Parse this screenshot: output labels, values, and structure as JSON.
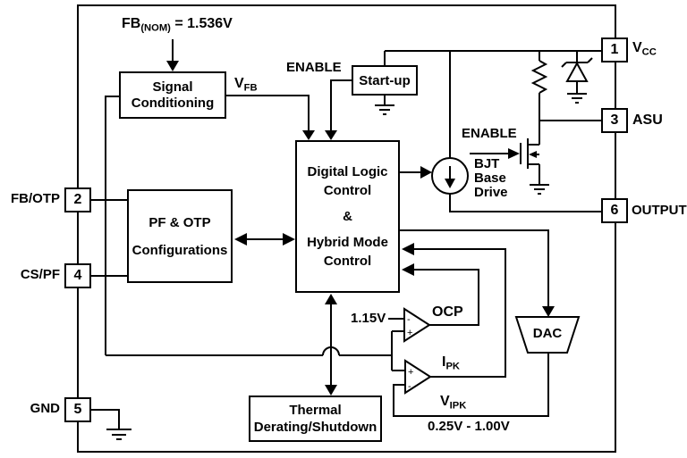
{
  "labels": {
    "fb_nom": {
      "main": "FB",
      "sub": "(NOM)",
      "rest": " = 1.536V"
    },
    "vfb": {
      "main": "V",
      "sub": "FB"
    },
    "enable_top": "ENABLE",
    "enable_fet": "ENABLE",
    "bjt_drive": {
      "line1": "BJT",
      "line2": "Base",
      "line3": "Drive"
    },
    "ocp": "OCP",
    "ocp_ref": "1.15V",
    "ipk": {
      "main": "I",
      "sub": "PK"
    },
    "vipk": {
      "main": "V",
      "sub": "IPK"
    },
    "vipk_range": "0.25V - 1.00V"
  },
  "blocks": {
    "signal_conditioning": {
      "line1": "Signal",
      "line2": "Conditioning"
    },
    "startup": {
      "label": "Start-up"
    },
    "digital_logic": {
      "line1": "Digital Logic",
      "line2": "Control",
      "line3": "&",
      "line4": "Hybrid Mode",
      "line5": "Control"
    },
    "pf_otp": {
      "line1": "PF & OTP",
      "line2": "Configurations"
    },
    "thermal": {
      "line1": "Thermal",
      "line2": "Derating/Shutdown"
    },
    "dac": {
      "label": "DAC"
    }
  },
  "comparator_signs": {
    "plus": "+",
    "minus": "-"
  },
  "pins": {
    "pin1": {
      "number": "1",
      "label_main": "V",
      "label_sub": "CC"
    },
    "pin3": {
      "number": "3",
      "label": "ASU"
    },
    "pin6": {
      "number": "6",
      "label": "OUTPUT"
    },
    "pin2": {
      "number": "2",
      "label": "FB/OTP"
    },
    "pin4": {
      "number": "4",
      "label": "CS/PF"
    },
    "pin5": {
      "number": "5",
      "label": "GND"
    }
  },
  "colors": {
    "line": "#000000",
    "background": "#ffffff",
    "text": "#000000"
  }
}
